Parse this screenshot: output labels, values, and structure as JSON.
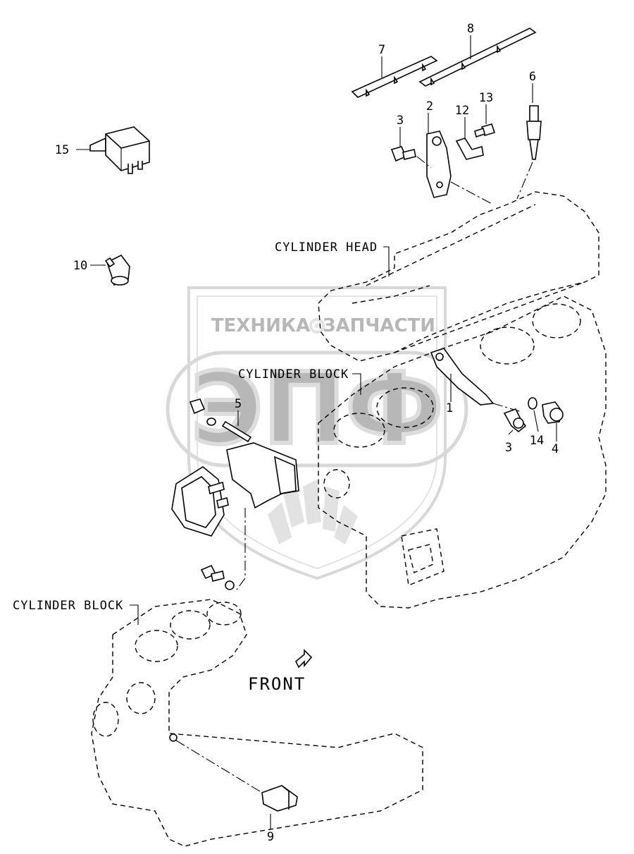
{
  "labels": {
    "cylinder_head": "CYLINDER HEAD",
    "cylinder_block_upper": "CYLINDER BLOCK",
    "cylinder_block_lower": "CYLINDER BLOCK",
    "front": "FRONT"
  },
  "callouts": {
    "p1": "1",
    "p2": "2",
    "p3a": "3",
    "p3b": "3",
    "p4": "4",
    "p5": "5",
    "p6": "6",
    "p7": "7",
    "p8": "8",
    "p9": "9",
    "p10": "10",
    "p12": "12",
    "p13": "13",
    "p14": "14",
    "p15": "15"
  },
  "watermark": {
    "logo": "ЭПФ",
    "left": "ТЕХНИКА",
    "right": "ЗАПЧАСТИ"
  }
}
